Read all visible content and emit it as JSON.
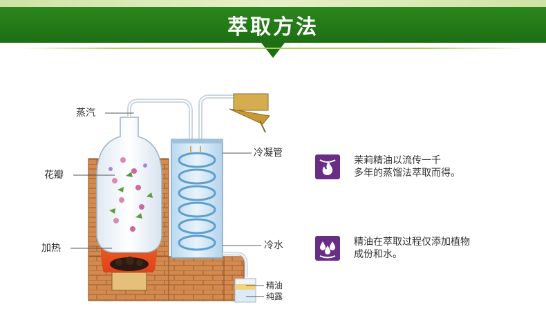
{
  "header": {
    "title": "萃取方法"
  },
  "labels": {
    "steam": "蒸汽",
    "petals": "花瓣",
    "heating": "加热",
    "condenser": "冷凝管",
    "cold_water": "冷水",
    "essential_oil": "精油",
    "hydrosol": "纯露"
  },
  "info": [
    {
      "icon": "flame-icon",
      "text_line1": "茉莉精油以流传一千",
      "text_line2": "多年的蒸馏法萃取而得。"
    },
    {
      "icon": "water-drops-icon",
      "text_line1": "精油在萃取过程仅添加植物",
      "text_line2": "成份和水。"
    }
  ],
  "colors": {
    "brand_green": "#1d6f13",
    "accent_purple": "#6a2d86",
    "brick": "#c9824a",
    "flame": "#e8541c"
  }
}
